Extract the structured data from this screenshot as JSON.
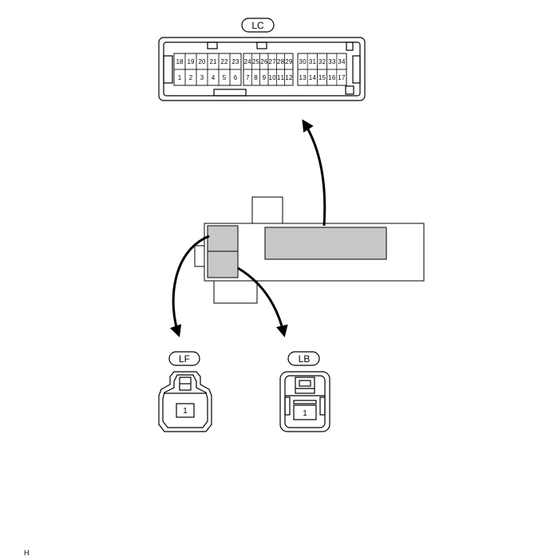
{
  "connectors": {
    "lc": {
      "label": "LC",
      "pins_top": [
        "18",
        "19",
        "20",
        "21",
        "22",
        "23",
        "24",
        "25",
        "26",
        "27",
        "28",
        "29",
        "30",
        "31",
        "32",
        "33",
        "34"
      ],
      "pins_bottom": [
        "1",
        "2",
        "3",
        "4",
        "5",
        "6",
        "7",
        "8",
        "9",
        "10",
        "11",
        "12",
        "13",
        "14",
        "15",
        "16",
        "17"
      ]
    },
    "lf": {
      "label": "LF",
      "pin": "1"
    },
    "lb": {
      "label": "LB",
      "pin": "1"
    }
  },
  "corner_mark": "H"
}
